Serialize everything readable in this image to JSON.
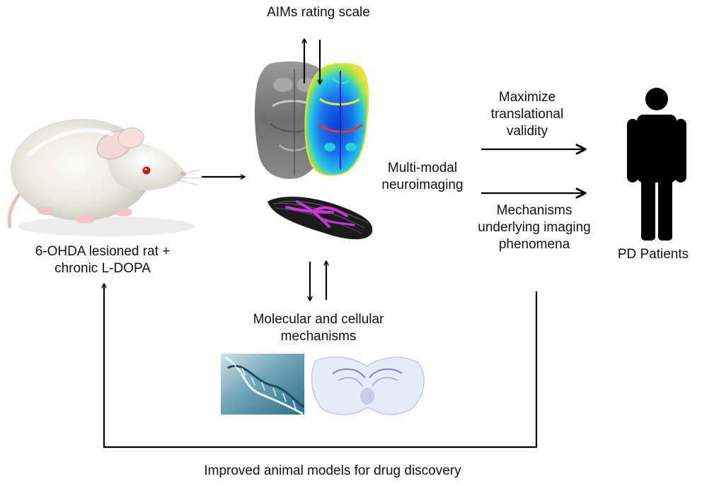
{
  "labels": {
    "aims": "AIMs rating scale",
    "rat_line1": "6-OHDA lesioned rat +",
    "rat_line2": "chronic L-DOPA",
    "multi_line1": "Multi-modal",
    "multi_line2": "neuroimaging",
    "maximize_line1": "Maximize",
    "maximize_line2": "translational",
    "maximize_line3": "validity",
    "mech_line1": "Mechanisms",
    "mech_line2": "underlying imaging",
    "mech_line3": "phenomena",
    "patients": "PD Patients",
    "molecular_line1": "Molecular and cellular",
    "molecular_line2": "mechanisms",
    "improved": "Improved animal models for drug discovery"
  },
  "colors": {
    "arrow": "#000000",
    "person": "#000000",
    "dti_tract": "#cc33dd",
    "dna_background": "#5f9ab0"
  },
  "icons": [
    "rat-image",
    "mri-brain-image",
    "pet-heatmap-image",
    "dti-tractography-image",
    "person-icon",
    "dna-image",
    "brain-histology-image"
  ]
}
